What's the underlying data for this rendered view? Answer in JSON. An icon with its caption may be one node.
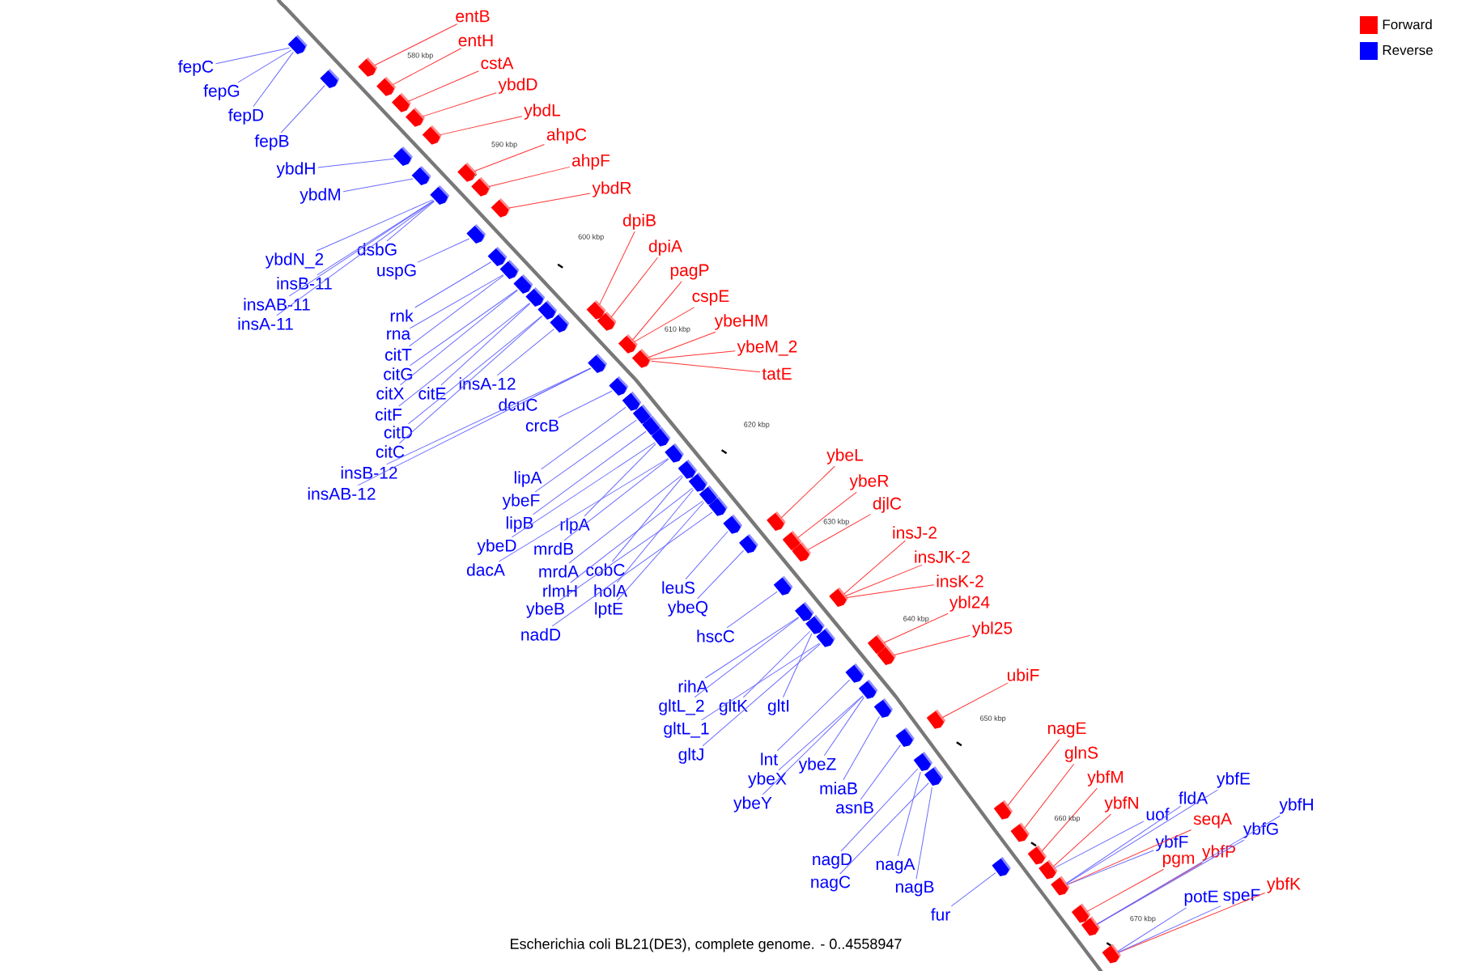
{
  "diagram": {
    "caption": "Escherichia coli BL21(DE3), complete genome. - 0..4558947",
    "nodes": [
      {
        "text": [
          "entB"
        ]
      },
      {
        "text": [
          "entH"
        ]
      },
      {
        "text": [
          "cstA"
        ]
      },
      {
        "text": [
          "ybdD"
        ]
      },
      {
        "text": [
          "ybdL"
        ]
      },
      {
        "text": [
          "ahpC"
        ]
      },
      {
        "text": [
          "ahpF"
        ]
      },
      {
        "text": [
          "ybdR"
        ]
      },
      {
        "text": [
          "dpiB"
        ]
      },
      {
        "text": [
          "dpiA"
        ]
      },
      {
        "text": [
          "pagP"
        ]
      },
      {
        "text": [
          "cspE"
        ]
      },
      {
        "text": [
          "ybeHM"
        ]
      },
      {
        "text": [
          "ybeM_2"
        ]
      },
      {
        "text": [
          "tatE"
        ]
      },
      {
        "text": [
          "ybeL"
        ]
      },
      {
        "text": [
          "ybeR"
        ]
      },
      {
        "text": [
          "djlC"
        ]
      },
      {
        "text": [
          "insJ-2"
        ]
      },
      {
        "text": [
          "insJK-2"
        ]
      },
      {
        "text": [
          "insK-2"
        ]
      },
      {
        "text": [
          "ybl24"
        ]
      },
      {
        "text": [
          "ybl25"
        ]
      },
      {
        "text": [
          "ubiF"
        ]
      },
      {
        "text": [
          "nagE"
        ]
      },
      {
        "text": [
          "glnS"
        ]
      },
      {
        "text": [
          "ybfM"
        ]
      },
      {
        "text": [
          "ybfN"
        ]
      },
      {
        "text": [
          "seqA"
        ]
      },
      {
        "text": [
          "pgm"
        ]
      },
      {
        "text": [
          "ybfP"
        ]
      },
      {
        "text": [
          "ybfK"
        ]
      },
      {
        "text": [
          "fepC"
        ]
      },
      {
        "text": [
          "fepG"
        ]
      },
      {
        "text": [
          "fepD"
        ]
      },
      {
        "text": [
          "fepB"
        ]
      },
      {
        "text": [
          "ybdH"
        ]
      },
      {
        "text": [
          "ybdM"
        ]
      },
      {
        "text": [
          "dsbG"
        ]
      },
      {
        "text": [
          "ybdN_2"
        ]
      },
      {
        "text": [
          "uspG"
        ]
      },
      {
        "text": [
          "insB-11"
        ]
      },
      {
        "text": [
          "insAB-11"
        ]
      },
      {
        "text": [
          "insA-11"
        ]
      },
      {
        "text": [
          "rnk"
        ]
      },
      {
        "text": [
          "rna"
        ]
      },
      {
        "text": [
          "citT"
        ]
      },
      {
        "text": [
          "citG"
        ]
      },
      {
        "text": [
          "insA-12"
        ]
      },
      {
        "text": [
          "citX"
        ]
      },
      {
        "text": [
          "citE"
        ]
      },
      {
        "text": [
          "dcuC"
        ]
      },
      {
        "text": [
          "citF"
        ]
      },
      {
        "text": [
          "crcB"
        ]
      },
      {
        "text": [
          "citD"
        ]
      },
      {
        "text": [
          "citC"
        ]
      },
      {
        "text": [
          "insB-12"
        ]
      },
      {
        "text": [
          "insAB-12"
        ]
      },
      {
        "text": [
          "lipA"
        ]
      },
      {
        "text": [
          "ybeF"
        ]
      },
      {
        "text": [
          "lipB"
        ]
      },
      {
        "text": [
          "rlpA"
        ]
      },
      {
        "text": [
          "ybeD"
        ]
      },
      {
        "text": [
          "mrdB"
        ]
      },
      {
        "text": [
          "dacA"
        ]
      },
      {
        "text": [
          "mrdA"
        ]
      },
      {
        "text": [
          "cobC"
        ]
      },
      {
        "text": [
          "leuS"
        ]
      },
      {
        "text": [
          "rlmH"
        ]
      },
      {
        "text": [
          "holA"
        ]
      },
      {
        "text": [
          "ybeQ"
        ]
      },
      {
        "text": [
          "ybeB"
        ]
      },
      {
        "text": [
          "lptE"
        ]
      },
      {
        "text": [
          "nadD"
        ]
      },
      {
        "text": [
          "hscC"
        ]
      },
      {
        "text": [
          "rihA"
        ]
      },
      {
        "text": [
          "gltL_2"
        ]
      },
      {
        "text": [
          "gltK"
        ]
      },
      {
        "text": [
          "gltI"
        ]
      },
      {
        "text": [
          "gltL_1"
        ]
      },
      {
        "text": [
          "gltJ"
        ]
      },
      {
        "text": [
          "lnt"
        ]
      },
      {
        "text": [
          "ybeZ"
        ]
      },
      {
        "text": [
          "ybeX"
        ]
      },
      {
        "text": [
          "miaB"
        ]
      },
      {
        "text": [
          "ybeY"
        ]
      },
      {
        "text": [
          "asnB"
        ]
      },
      {
        "text": [
          "ybfE"
        ]
      },
      {
        "text": [
          "fldA"
        ]
      },
      {
        "text": [
          "uof"
        ]
      },
      {
        "text": [
          "ybfH"
        ]
      },
      {
        "text": [
          "ybfG"
        ]
      },
      {
        "text": [
          "ybfF"
        ]
      },
      {
        "text": [
          "nagD"
        ]
      },
      {
        "text": [
          "nagA"
        ]
      },
      {
        "text": [
          "nagC"
        ]
      },
      {
        "text": [
          "nagB"
        ]
      },
      {
        "text": [
          "potE"
        ]
      },
      {
        "text": [
          "speF"
        ]
      },
      {
        "text": [
          "fur"
        ]
      },
      {
        "text": [],
        "shape": "arrow"
      },
      {
        "text": [],
        "shape": "arrow"
      },
      {
        "text": [],
        "shape": "arrow"
      },
      {
        "text": [],
        "shape": "arrow"
      },
      {
        "text": [],
        "shape": "arrow"
      },
      {
        "text": [],
        "shape": "arrow"
      },
      {
        "text": [],
        "shape": "arrow"
      },
      {
        "text": [],
        "shape": "arrow"
      },
      {
        "text": [],
        "shape": "arrow"
      },
      {
        "text": [],
        "shape": "arrow"
      },
      {
        "text": [],
        "shape": "arrow"
      },
      {
        "text": [],
        "shape": "arrow"
      },
      {
        "text": [],
        "shape": "arrow"
      },
      {
        "text": [],
        "shape": "arrow"
      },
      {
        "text": [],
        "shape": "arrow"
      },
      {
        "text": [],
        "shape": "arrow"
      },
      {
        "text": [],
        "shape": "arrow"
      },
      {
        "text": [],
        "shape": "arrow"
      },
      {
        "text": [],
        "shape": "arrow"
      },
      {
        "text": [],
        "shape": "arrow"
      },
      {
        "text": [],
        "shape": "arrow"
      },
      {
        "text": [],
        "shape": "arrow"
      },
      {
        "text": [],
        "shape": "arrow"
      },
      {
        "text": [],
        "shape": "arrow"
      },
      {
        "text": [],
        "shape": "arrow"
      },
      {
        "text": [],
        "shape": "arrow"
      },
      {
        "text": [],
        "shape": "arrow"
      },
      {
        "text": [],
        "shape": "arrow"
      },
      {
        "text": [],
        "shape": "arrow"
      },
      {
        "text": [],
        "shape": "arrow"
      },
      {
        "text": [],
        "shape": "arrow"
      },
      {
        "text": [],
        "shape": "arrow"
      },
      {
        "text": [],
        "shape": "arrow"
      },
      {
        "text": [],
        "shape": "arrow"
      },
      {
        "text": [],
        "shape": "arrow"
      },
      {
        "text": [],
        "shape": "arrow"
      },
      {
        "text": [],
        "shape": "arrow"
      },
      {
        "text": [],
        "shape": "arrow"
      },
      {
        "text": [],
        "shape": "arrow"
      },
      {
        "text": [],
        "shape": "arrow"
      },
      {
        "text": [],
        "shape": "arrow"
      },
      {
        "text": [],
        "shape": "arrow"
      },
      {
        "text": [],
        "shape": "arrow"
      },
      {
        "text": [],
        "shape": "arrow"
      },
      {
        "text": [],
        "shape": "arrow"
      },
      {
        "text": [],
        "shape": "arrow"
      },
      {
        "text": [],
        "shape": "arrow"
      },
      {
        "text": [],
        "shape": "arrow"
      },
      {
        "text": [],
        "shape": "arrow"
      },
      {
        "text": [],
        "shape": "arrow"
      },
      {
        "text": [],
        "shape": "arrow"
      },
      {
        "text": [],
        "shape": "arrow"
      },
      {
        "text": [],
        "shape": "arrow"
      },
      {
        "text": [],
        "shape": "arrow"
      },
      {
        "text": [],
        "shape": "arrow"
      },
      {
        "text": [],
        "shape": "arrow"
      },
      {
        "text": [],
        "shape": "arrow"
      },
      {
        "text": [],
        "shape": "arrow"
      },
      {
        "text": [],
        "shape": "arrow"
      },
      {
        "text": [],
        "shape": "arrow"
      },
      {
        "text": [],
        "shape": "arrow"
      },
      {
        "text": [],
        "shape": "arrow"
      },
      {
        "text": [],
        "shape": "arrow"
      }
    ],
    "edges": [
      {
        "from": 0,
        "to": 100,
        "arrow": "none",
        "color": "#ff3333"
      },
      {
        "from": 1,
        "to": 101,
        "arrow": "none",
        "color": "#ff3333"
      },
      {
        "from": 2,
        "to": 102,
        "arrow": "none",
        "color": "#ff3333"
      },
      {
        "from": 3,
        "to": 103,
        "arrow": "none",
        "color": "#ff3333"
      },
      {
        "from": 4,
        "to": 104,
        "arrow": "none",
        "color": "#ff3333"
      },
      {
        "from": 5,
        "to": 105,
        "arrow": "none",
        "color": "#ff3333"
      },
      {
        "from": 6,
        "to": 106,
        "arrow": "none",
        "color": "#ff3333"
      },
      {
        "from": 7,
        "to": 107,
        "arrow": "none",
        "color": "#ff3333"
      },
      {
        "from": 8,
        "to": 108,
        "arrow": "none",
        "color": "#ff3333"
      },
      {
        "from": 9,
        "to": 109,
        "arrow": "none",
        "color": "#ff3333"
      },
      {
        "from": 10,
        "to": 110,
        "arrow": "none",
        "color": "#ff3333"
      },
      {
        "from": 11,
        "to": 110,
        "arrow": "none",
        "color": "#ff3333"
      },
      {
        "from": 12,
        "to": 111,
        "arrow": "none",
        "color": "#ff3333"
      },
      {
        "from": 13,
        "to": 111,
        "arrow": "none",
        "color": "#ff3333"
      },
      {
        "from": 14,
        "to": 111,
        "arrow": "none",
        "color": "#ff3333"
      },
      {
        "from": 15,
        "to": 112,
        "arrow": "none",
        "color": "#ff3333"
      },
      {
        "from": 16,
        "to": 113,
        "arrow": "none",
        "color": "#ff3333"
      },
      {
        "from": 17,
        "to": 114,
        "arrow": "none",
        "color": "#ff3333"
      },
      {
        "from": 18,
        "to": 115,
        "arrow": "none",
        "color": "#ff3333"
      },
      {
        "from": 19,
        "to": 115,
        "arrow": "none",
        "color": "#ff3333"
      },
      {
        "from": 20,
        "to": 115,
        "arrow": "none",
        "color": "#ff3333"
      },
      {
        "from": 21,
        "to": 116,
        "arrow": "none",
        "color": "#ff3333"
      },
      {
        "from": 22,
        "to": 117,
        "arrow": "none",
        "color": "#ff3333"
      },
      {
        "from": 23,
        "to": 118,
        "arrow": "none",
        "color": "#ff3333"
      },
      {
        "from": 24,
        "to": 119,
        "arrow": "none",
        "color": "#ff3333"
      },
      {
        "from": 25,
        "to": 120,
        "arrow": "none",
        "color": "#ff3333"
      },
      {
        "from": 26,
        "to": 121,
        "arrow": "none",
        "color": "#ff3333"
      },
      {
        "from": 27,
        "to": 122,
        "arrow": "none",
        "color": "#ff3333"
      },
      {
        "from": 28,
        "to": 123,
        "arrow": "none",
        "color": "#ff3333"
      },
      {
        "from": 29,
        "to": 124,
        "arrow": "none",
        "color": "#ff3333"
      },
      {
        "from": 30,
        "to": 125,
        "arrow": "none",
        "color": "#ff3333"
      },
      {
        "from": 31,
        "to": 126,
        "arrow": "none",
        "color": "#ff3333"
      },
      {
        "from": 32,
        "to": 127,
        "arrow": "none"
      },
      {
        "from": 33,
        "to": 127,
        "arrow": "none"
      },
      {
        "from": 34,
        "to": 127,
        "arrow": "none"
      },
      {
        "from": 35,
        "to": 128,
        "arrow": "none"
      },
      {
        "from": 36,
        "to": 129,
        "arrow": "none"
      },
      {
        "from": 37,
        "to": 130,
        "arrow": "none"
      },
      {
        "from": 38,
        "to": 131,
        "arrow": "none"
      },
      {
        "from": 39,
        "to": 131,
        "arrow": "none"
      },
      {
        "from": 40,
        "to": 132,
        "arrow": "none"
      },
      {
        "from": 41,
        "to": 131,
        "arrow": "none"
      },
      {
        "from": 42,
        "to": 131,
        "arrow": "none"
      },
      {
        "from": 43,
        "to": 131,
        "arrow": "none"
      },
      {
        "from": 44,
        "to": 133,
        "arrow": "none"
      },
      {
        "from": 45,
        "to": 134,
        "arrow": "none"
      },
      {
        "from": 46,
        "to": 134,
        "arrow": "none"
      },
      {
        "from": 47,
        "to": 135,
        "arrow": "none"
      },
      {
        "from": 48,
        "to": 138,
        "arrow": "none"
      },
      {
        "from": 49,
        "to": 135,
        "arrow": "none"
      },
      {
        "from": 50,
        "to": 136,
        "arrow": "none"
      },
      {
        "from": 51,
        "to": 139,
        "arrow": "none"
      },
      {
        "from": 52,
        "to": 136,
        "arrow": "none"
      },
      {
        "from": 53,
        "to": 140,
        "arrow": "none"
      },
      {
        "from": 54,
        "to": 137,
        "arrow": "none"
      },
      {
        "from": 55,
        "to": 137,
        "arrow": "none"
      },
      {
        "from": 56,
        "to": 139,
        "arrow": "none"
      },
      {
        "from": 57,
        "to": 139,
        "arrow": "none"
      },
      {
        "from": 58,
        "to": 141,
        "arrow": "none"
      },
      {
        "from": 59,
        "to": 142,
        "arrow": "none"
      },
      {
        "from": 60,
        "to": 143,
        "arrow": "none"
      },
      {
        "from": 61,
        "to": 144,
        "arrow": "none"
      },
      {
        "from": 62,
        "to": 144,
        "arrow": "none"
      },
      {
        "from": 63,
        "to": 145,
        "arrow": "none"
      },
      {
        "from": 64,
        "to": 145,
        "arrow": "none"
      },
      {
        "from": 65,
        "to": 146,
        "arrow": "none"
      },
      {
        "from": 66,
        "to": 146,
        "arrow": "none"
      },
      {
        "from": 67,
        "to": 150,
        "arrow": "none"
      },
      {
        "from": 68,
        "to": 147,
        "arrow": "none"
      },
      {
        "from": 69,
        "to": 147,
        "arrow": "none"
      },
      {
        "from": 70,
        "to": 151,
        "arrow": "none"
      },
      {
        "from": 71,
        "to": 148,
        "arrow": "none"
      },
      {
        "from": 72,
        "to": 148,
        "arrow": "none"
      },
      {
        "from": 73,
        "to": 149,
        "arrow": "none"
      },
      {
        "from": 74,
        "to": 152,
        "arrow": "none"
      },
      {
        "from": 75,
        "to": 153,
        "arrow": "none"
      },
      {
        "from": 76,
        "to": 153,
        "arrow": "none"
      },
      {
        "from": 77,
        "to": 154,
        "arrow": "none"
      },
      {
        "from": 78,
        "to": 154,
        "arrow": "none"
      },
      {
        "from": 79,
        "to": 155,
        "arrow": "none"
      },
      {
        "from": 80,
        "to": 155,
        "arrow": "none"
      },
      {
        "from": 81,
        "to": 156,
        "arrow": "none"
      },
      {
        "from": 82,
        "to": 157,
        "arrow": "none"
      },
      {
        "from": 83,
        "to": 157,
        "arrow": "none"
      },
      {
        "from": 84,
        "to": 158,
        "arrow": "none"
      },
      {
        "from": 85,
        "to": 157,
        "arrow": "none"
      },
      {
        "from": 86,
        "to": 159,
        "arrow": "none"
      },
      {
        "from": 87,
        "to": 123,
        "arrow": "none"
      },
      {
        "from": 88,
        "to": 123,
        "arrow": "none"
      },
      {
        "from": 89,
        "to": 122,
        "arrow": "none"
      },
      {
        "from": 90,
        "to": 125,
        "arrow": "none"
      },
      {
        "from": 91,
        "to": 125,
        "arrow": "none"
      },
      {
        "from": 92,
        "to": 123,
        "arrow": "none"
      },
      {
        "from": 93,
        "to": 160,
        "arrow": "none"
      },
      {
        "from": 94,
        "to": 160,
        "arrow": "none"
      },
      {
        "from": 95,
        "to": 161,
        "arrow": "none"
      },
      {
        "from": 96,
        "to": 161,
        "arrow": "none"
      },
      {
        "from": 97,
        "to": 126,
        "arrow": "none"
      },
      {
        "from": 98,
        "to": 126,
        "arrow": "none"
      },
      {
        "from": 99,
        "to": 162,
        "arrow": "none"
      }
    ],
    "labels": [
      "580 kbp",
      "590 kbp",
      "600 kbp",
      "610 kbp",
      "620 kbp",
      "630 kbp",
      "640 kbp",
      "650 kbp",
      "660 kbp",
      "670 kbp"
    ],
    "legend": [
      {
        "text": "Forward",
        "color": "#ff0000"
      },
      {
        "text": "Reverse",
        "color": "#0000ff"
      }
    ]
  }
}
